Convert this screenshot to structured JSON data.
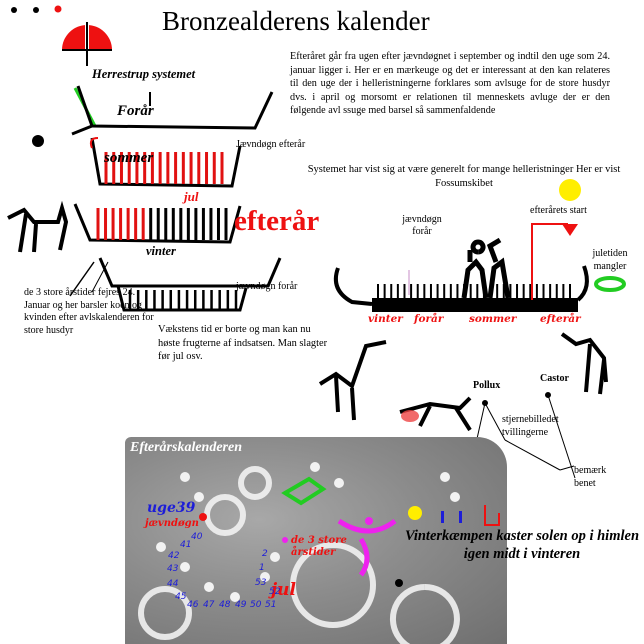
{
  "title": "Bronzealderens kalender",
  "intro": "Efteråret går fra ugen efter jævndøgnet i september og indtil den uge som 24. januar ligger i. Her er en mærkeuge og det er interessant at den kan relateres til den uge der i helleristningerne forklares som avlsuge for de store husdyr dvs. i april og morsomt er relationen til menneskets avluge der er den følgende avl ssuge med barsel så sammenfaldende",
  "system_note": "Systemet har vist sig at være generelt for mange helleristninger Her er vist Fossumskibet",
  "left": {
    "system_label": "Herrestrup systemet",
    "foraar": "Forår",
    "sommer": "sommer",
    "jul": "jul",
    "efteraar": "efterår",
    "vinter": "vinter",
    "jaevndogn_efteraar": "Jævndøgn efterår",
    "jaevndogn_foraar": "jævndøgn forår",
    "tre_store": "de 3 store årstider fejres 24. Januar og her barsler koen og kvinden efter avlskalenderen for store husdyr",
    "vaekst": "Vækstens tid er borte og man kan nu høste frugterne af indsatsen. Man slagter før jul osv."
  },
  "right": {
    "jaevndogn_foraar": "jævndøgn forår",
    "efteraarets_start": "efterårets start",
    "juletiden": "juletiden mangler",
    "seasons": [
      "vinter",
      "forår",
      "sommer",
      "efterår"
    ],
    "pollux": "Pollux",
    "castor": "Castor",
    "stjernebilledet": "stjernebilledet tvillingerne",
    "bemaerk": "bemærk benet"
  },
  "rock": {
    "title": "Efterårskalenderen",
    "uge39": "uge39",
    "jaevndogn": "jævndøgn",
    "tre_store": "de 3 store årstider",
    "jul": "jul",
    "weeks_left": [
      "40",
      "41",
      "42",
      "43",
      "44",
      "45"
    ],
    "weeks_bottom": [
      "46",
      "47",
      "48",
      "49",
      "50",
      "51"
    ],
    "weeks_right": [
      "2",
      "1",
      "53",
      "52"
    ],
    "vinterkaemp": "Vinterkæmpen kaster solen op i himlen igen midt i vinteren"
  },
  "colors": {
    "red": "#e11111",
    "blue": "#1d1dd8",
    "green": "#22cc22",
    "yellow": "#ffee00",
    "magenta": "#ee22ee"
  }
}
